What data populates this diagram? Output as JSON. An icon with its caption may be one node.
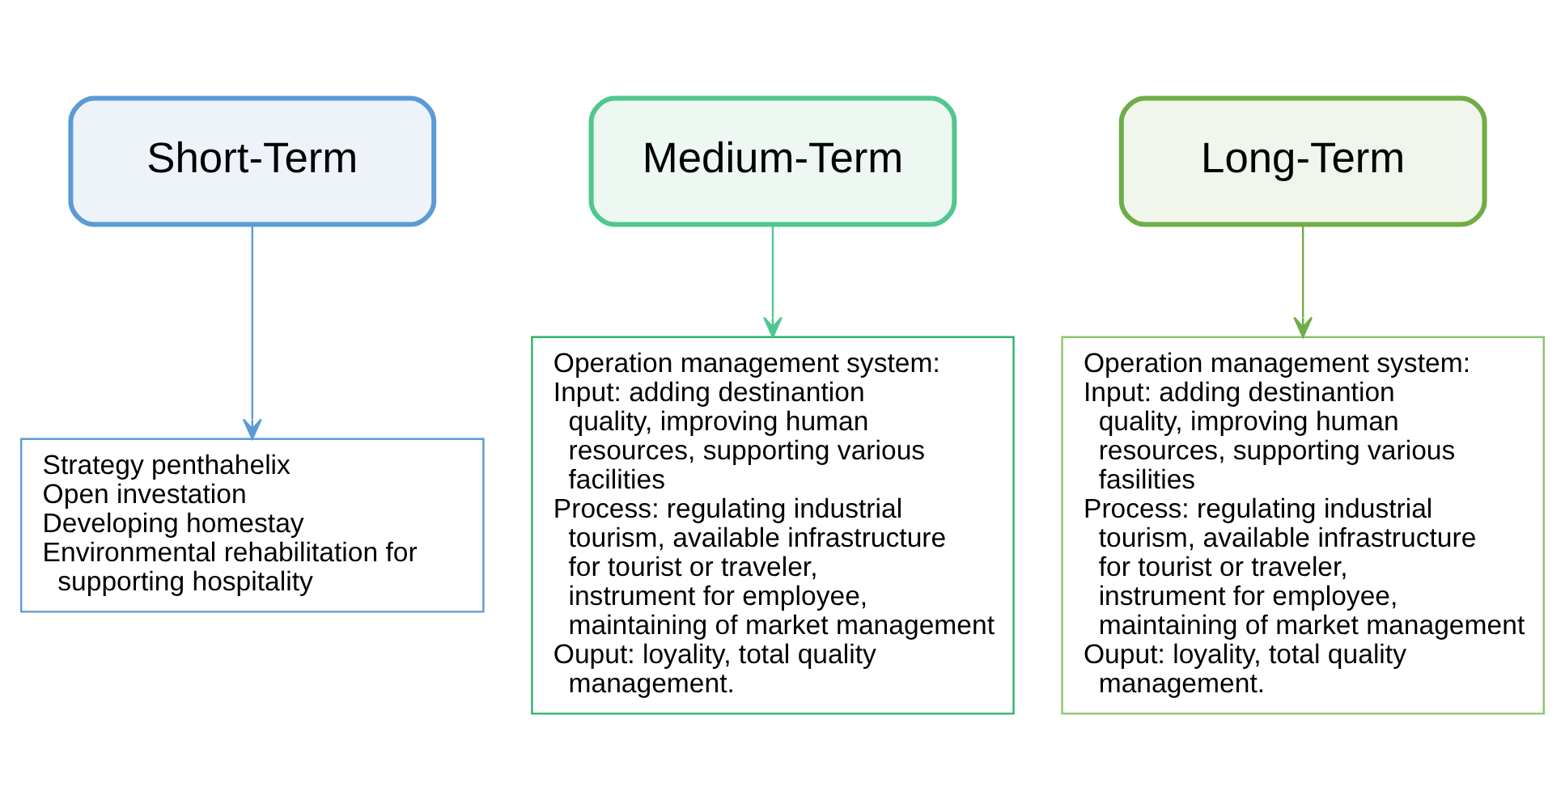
{
  "diagram": {
    "nodes": [
      {
        "text": [
          "Short-Term"
        ]
      },
      {
        "text": [
          "Medium-Term"
        ]
      },
      {
        "text": [
          "Long-Term"
        ]
      },
      {
        "text": [
          "Strategy penthahelix",
          "Open investation",
          "Developing homestay",
          "Environmental rehabilitation for supporting hospitality"
        ]
      },
      {
        "text": [
          "Operation management system:",
          "Input: adding destinantion quality, improving human resources, supporting various facilities",
          "Process: regulating industrial tourism, available infrastructure for tourist or traveler, instrument for employee, maintaining of market management",
          "Ouput: loyality, total quality management."
        ]
      },
      {
        "text": [
          "Operation management system:",
          "Input: adding destinantion quality, improving human resources, supporting various fasilities",
          "Process: regulating industrial tourism, available infrastructure for tourist or traveler, instrument for employee, maintaining of market management",
          "Ouput: loyality, total quality management."
        ]
      }
    ],
    "edges": [
      {
        "from": 0,
        "to": 3,
        "arrow": "to",
        "color": "#5b9bd5"
      },
      {
        "from": 1,
        "to": 4,
        "arrow": "to",
        "color": "#4fc78f"
      },
      {
        "from": 2,
        "to": 5,
        "arrow": "to",
        "color": "#70ad47"
      }
    ]
  }
}
